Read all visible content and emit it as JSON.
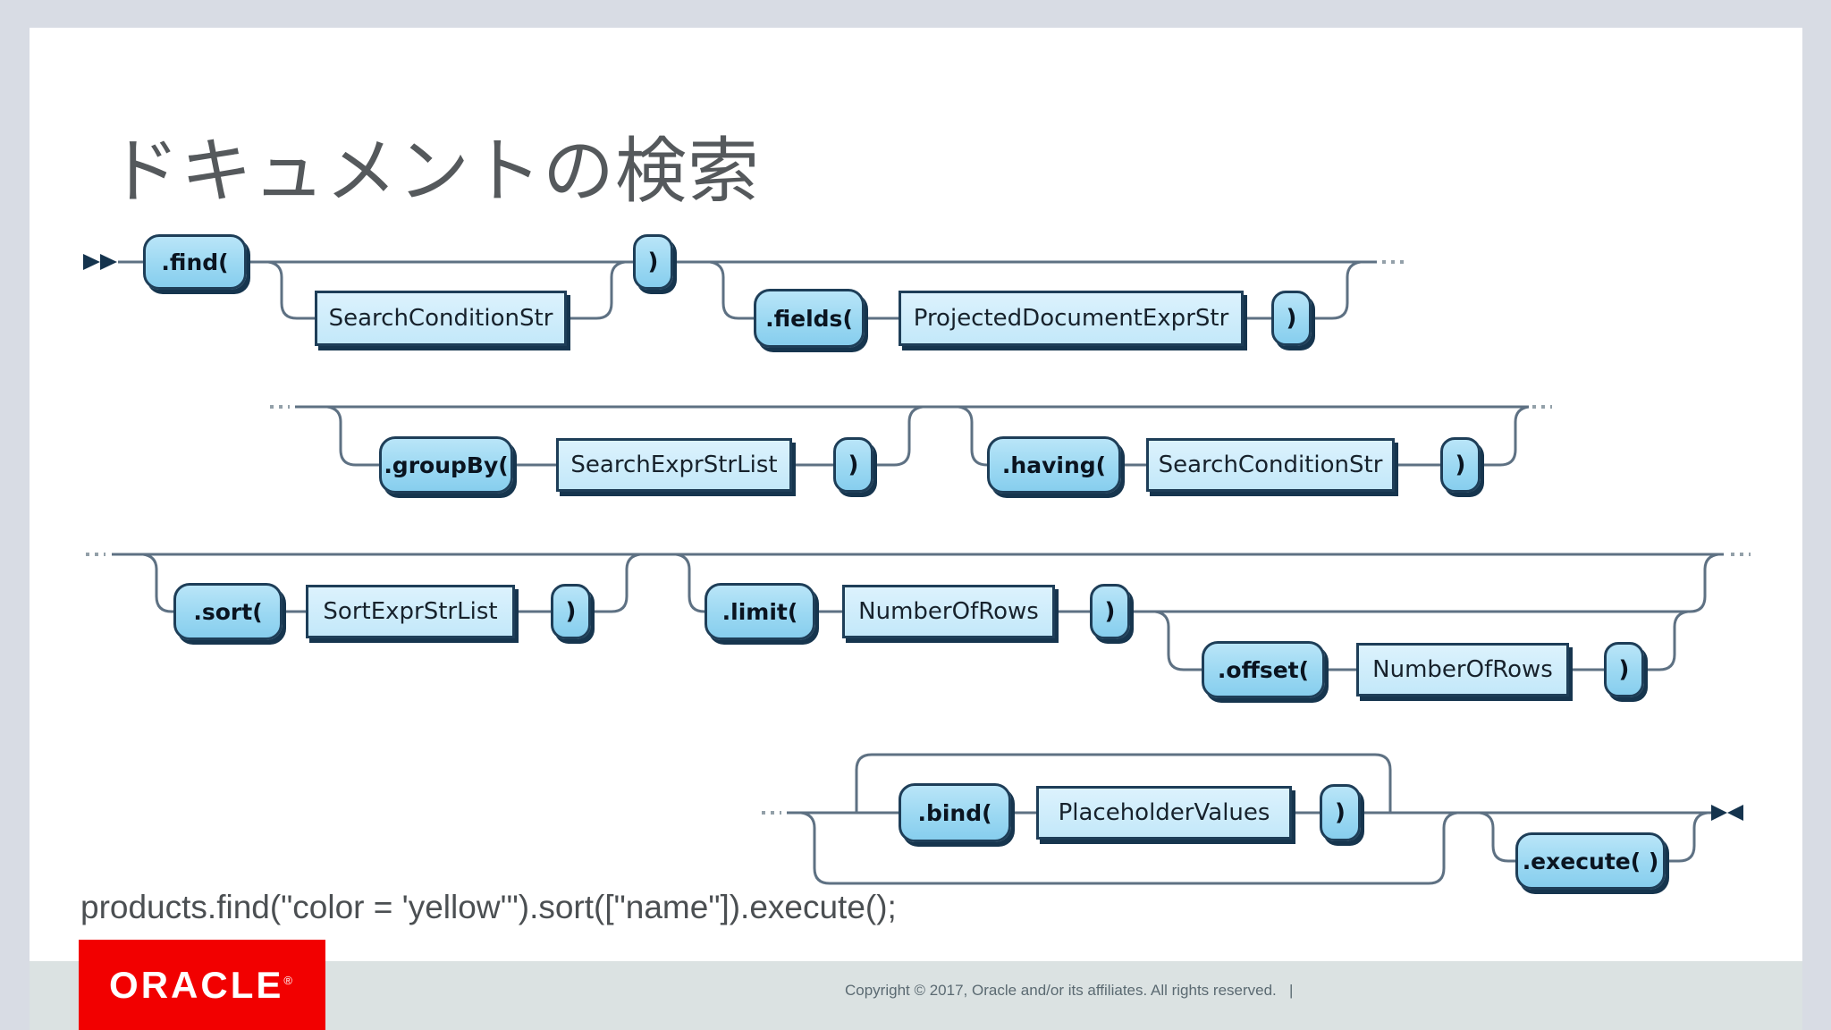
{
  "slide": {
    "title": "ドキュメントの検索",
    "code_example": "products.find(\"color = 'yellow'\").sort([\"name\"]).execute();",
    "footer": {
      "copyright": "Copyright © 2017, Oracle and/or its affiliates. All rights reserved.   |",
      "logo_text": "ORACLE",
      "logo_registered_mark": "®"
    }
  },
  "diagram": {
    "type": "railroad-syntax-diagram",
    "keywords": {
      "find": ".find(",
      "fields": ".fields(",
      "group_by": ".groupBy(",
      "having": ".having(",
      "sort": ".sort(",
      "limit": ".limit(",
      "offset": ".offset(",
      "bind": ".bind(",
      "execute": ".execute( )"
    },
    "nonterminals": {
      "search_condition_str": "SearchConditionStr",
      "projected_document_expr_str": "ProjectedDocumentExprStr",
      "search_expr_str_list": "SearchExprStrList",
      "sort_expr_str_list": "SortExprStrList",
      "number_of_rows": "NumberOfRows",
      "placeholder_values": "PlaceholderValues"
    },
    "close_paren": ")",
    "structure": [
      "start → .find( [SearchConditionStr] ) → [.fields( ProjectedDocumentExprStr )] → …",
      "… → [.groupBy( SearchExprStrList )] → [.having( SearchConditionStr )] → …",
      "… → [.sort( SortExprStrList )] → [.limit( NumberOfRows ) [.offset( NumberOfRows )]] → …",
      "… → {.bind( PlaceholderValues )}* → .execute( ) → end"
    ]
  },
  "colors": {
    "keyword_box_fill": "#9bd8f2",
    "nonterminal_box_fill": "#cdeafa",
    "box_border": "#1e3e58",
    "rail_line": "#5e7183",
    "slide_background": "#ffffff",
    "frame_background": "#d8dce4",
    "footer_band": "#dbe2e2",
    "oracle_red": "#f20000",
    "title_text": "#55595c"
  }
}
